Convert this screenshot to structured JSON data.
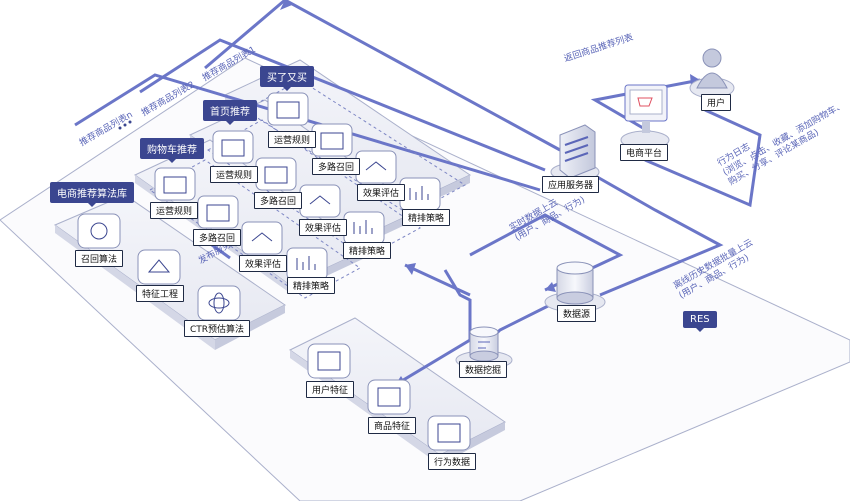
{
  "tags": {
    "bought_also": "买了又买",
    "homepage": "首页推荐",
    "cart": "购物车推荐",
    "algo_lib": "电商推荐算法库",
    "res": "RES"
  },
  "flows": {
    "list_top": "推荐商品列表1",
    "list_2": "推荐商品列表2",
    "list_n": "推荐商品列表n",
    "return_list": "返回商品推荐列表",
    "publish": "发布服务",
    "realtime_upload": "实时数据上云",
    "realtime_upload_sub": "(用户、商品、行为)",
    "offline_upload": "离线历史数据批量上云",
    "offline_upload_sub": "(用户、商品、行为)",
    "behavior_log": "行为日志",
    "behavior_log_sub1": "(浏览、点击、收藏、添加购物车、",
    "behavior_log_sub2": "购买、分享、评论某商品)"
  },
  "modules": {
    "ops_rule": "运营规则",
    "multi_recall": "多路召回",
    "effect_eval": "效果评估",
    "ranking": "精排策略"
  },
  "algo": {
    "recall": "召回算法",
    "feature": "特征工程",
    "ctr": "CTR预估算法"
  },
  "nodes": {
    "user": "用户",
    "platform": "电商平台",
    "app_server": "应用服务器",
    "datasource": "数据源",
    "mining": "数据挖掘"
  },
  "features": {
    "user_feature": "用户特征",
    "item_feature": "商品特征",
    "behavior_data": "行为数据"
  },
  "colors": {
    "line": "#6b76c8",
    "tag": "#3b4690",
    "platform_border": "#b9bfd8"
  }
}
